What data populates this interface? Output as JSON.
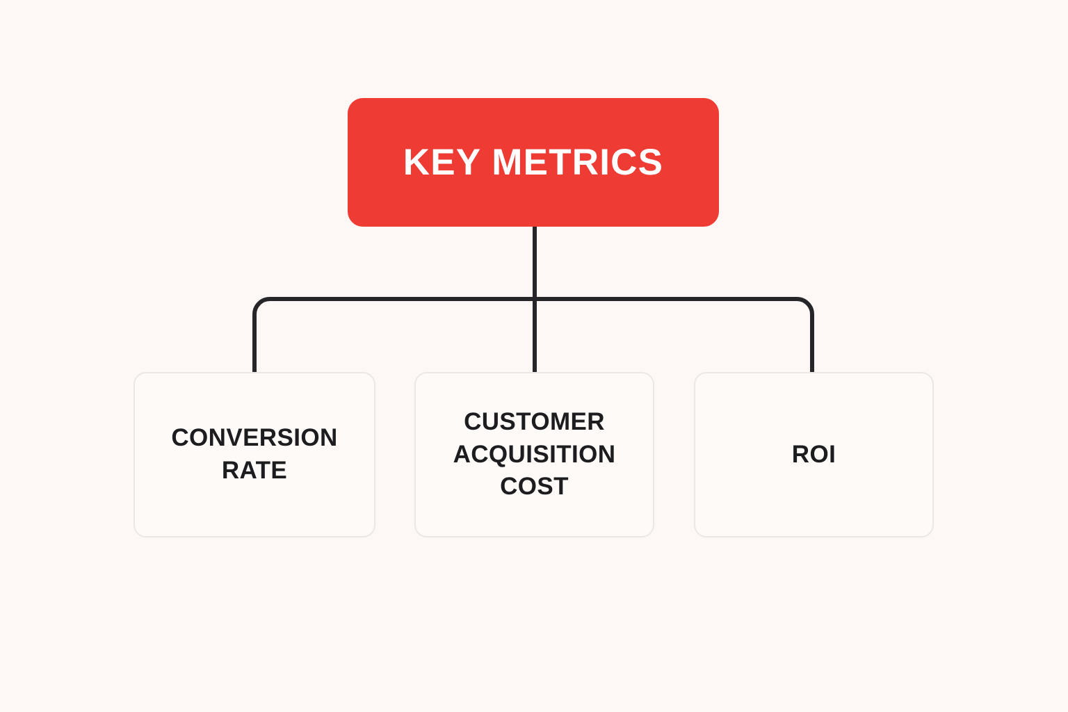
{
  "diagram": {
    "type": "org-tree",
    "background_color": "#fdf8f5",
    "connector_color": "#26262a",
    "root": {
      "label": "KEY METRICS",
      "fill_color": "#ee3b33",
      "text_color": "#ffffff"
    },
    "children": [
      {
        "label": "CONVERSION RATE",
        "fill_color": "#fdfaf8",
        "border_color": "#ebe7e3",
        "text_color": "#1d1d20"
      },
      {
        "label": "CUSTOMER ACQUISITION COST",
        "fill_color": "#fdfaf8",
        "border_color": "#ebe7e3",
        "text_color": "#1d1d20"
      },
      {
        "label": "ROI",
        "fill_color": "#fdfaf8",
        "border_color": "#ebe7e3",
        "text_color": "#1d1d20"
      }
    ]
  }
}
